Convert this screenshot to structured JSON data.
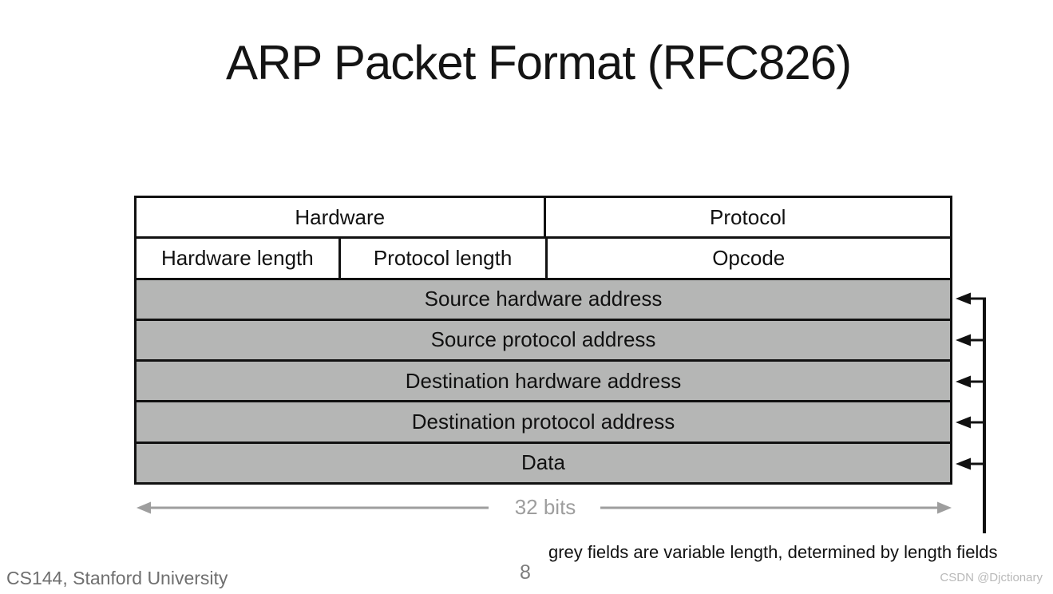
{
  "slide": {
    "title": "ARP Packet Format (RFC826)",
    "footer_left": "CS144, Stanford University",
    "page_number": "8",
    "watermark": "CSDN @Djctionary"
  },
  "diagram": {
    "width_label": "32 bits",
    "annotation": "grey fields are variable length, determined by length fields",
    "fields": {
      "hardware": "Hardware",
      "protocol": "Protocol",
      "hardware_length": "Hardware length",
      "protocol_length": "Protocol length",
      "opcode": "Opcode",
      "source_hardware_address": "Source hardware address",
      "source_protocol_address": "Source protocol address",
      "destination_hardware_address": "Destination hardware address",
      "destination_protocol_address": "Destination protocol address",
      "data": "Data"
    },
    "grey_row_labels": [
      "Source hardware address",
      "Source protocol address",
      "Destination hardware address",
      "Destination protocol address",
      "Data"
    ],
    "colors": {
      "grey_field_fill": "#b5b6b5",
      "table_border": "#111111",
      "width_arrow_grey": "#9e9e9e",
      "pointer_arrow_black": "#111111",
      "footer_text_grey": "#6f6f6f",
      "watermark_grey": "#b9b9b9"
    }
  }
}
